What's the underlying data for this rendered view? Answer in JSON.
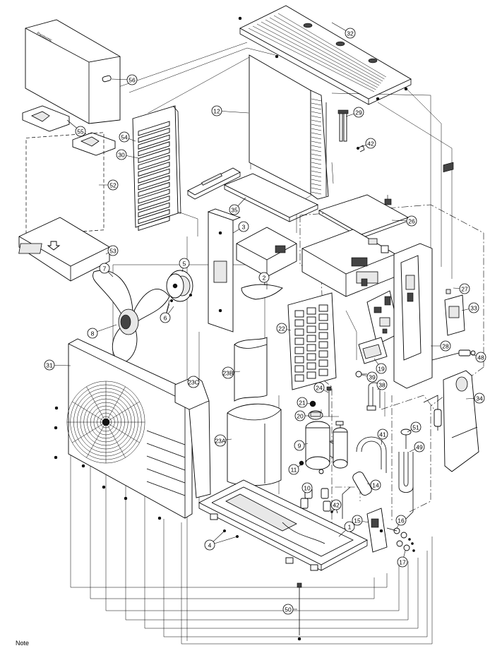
{
  "note": "Note",
  "callouts": [
    {
      "id": "32",
      "label": "32"
    },
    {
      "id": "56",
      "label": "56"
    },
    {
      "id": "12",
      "label": "12"
    },
    {
      "id": "29",
      "label": "29"
    },
    {
      "id": "55",
      "label": "55"
    },
    {
      "id": "54",
      "label": "54"
    },
    {
      "id": "30",
      "label": "30"
    },
    {
      "id": "42a",
      "label": "42"
    },
    {
      "id": "52",
      "label": "52"
    },
    {
      "id": "35",
      "label": "35"
    },
    {
      "id": "26",
      "label": "26"
    },
    {
      "id": "3",
      "label": "3"
    },
    {
      "id": "53",
      "label": "53"
    },
    {
      "id": "7",
      "label": "7"
    },
    {
      "id": "5",
      "label": "5"
    },
    {
      "id": "2",
      "label": "2"
    },
    {
      "id": "27",
      "label": "27"
    },
    {
      "id": "33",
      "label": "33"
    },
    {
      "id": "6",
      "label": "6"
    },
    {
      "id": "22",
      "label": "22"
    },
    {
      "id": "8",
      "label": "8"
    },
    {
      "id": "28",
      "label": "28"
    },
    {
      "id": "48",
      "label": "48"
    },
    {
      "id": "31",
      "label": "31"
    },
    {
      "id": "19",
      "label": "19"
    },
    {
      "id": "23B",
      "label": "23B"
    },
    {
      "id": "39",
      "label": "39"
    },
    {
      "id": "23C",
      "label": "23C"
    },
    {
      "id": "38",
      "label": "38"
    },
    {
      "id": "24",
      "label": "24"
    },
    {
      "id": "34",
      "label": "34"
    },
    {
      "id": "21",
      "label": "21"
    },
    {
      "id": "20",
      "label": "20"
    },
    {
      "id": "51",
      "label": "51"
    },
    {
      "id": "23A",
      "label": "23A"
    },
    {
      "id": "9",
      "label": "9"
    },
    {
      "id": "41",
      "label": "41"
    },
    {
      "id": "49",
      "label": "49"
    },
    {
      "id": "11",
      "label": "11"
    },
    {
      "id": "14",
      "label": "14"
    },
    {
      "id": "10",
      "label": "10"
    },
    {
      "id": "42b",
      "label": "42"
    },
    {
      "id": "15",
      "label": "15"
    },
    {
      "id": "1",
      "label": "1"
    },
    {
      "id": "16",
      "label": "16"
    },
    {
      "id": "4",
      "label": "4"
    },
    {
      "id": "17",
      "label": "17"
    },
    {
      "id": "50",
      "label": "50"
    }
  ]
}
